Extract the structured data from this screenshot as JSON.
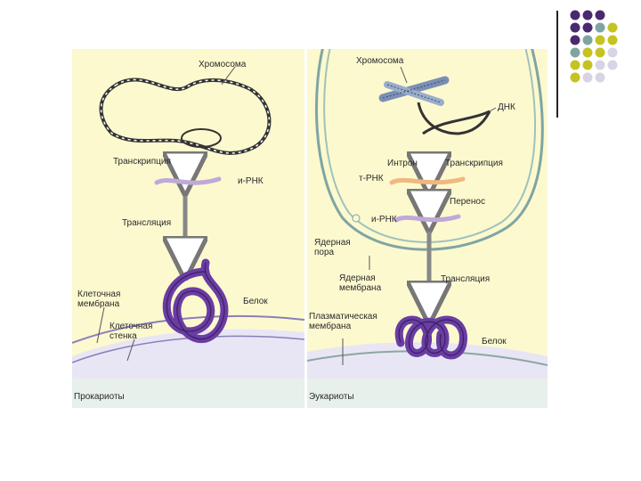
{
  "palette": {
    "purple": "#4a2a6e",
    "teal": "#7fa5a3",
    "olive": "#c4c322",
    "lavender": "#d8d4e6",
    "panel_bg": "#fcf9cf",
    "protein": "#6a3da3",
    "mrna": "#c0a8d8"
  },
  "prokaryote": {
    "caption": "Прокариоты",
    "labels": {
      "chromosome": "Хромосома",
      "transcription": "Транскрипция",
      "mrna": "и-РНК",
      "translation": "Трансляция",
      "protein": "Белок",
      "cell_membrane": "Клеточная мембрана",
      "cell_wall": "Клеточная стенка"
    }
  },
  "eukaryote": {
    "caption": "Эукариоты",
    "labels": {
      "chromosome": "Хромосома",
      "dna": "ДНК",
      "intron": "Интрон",
      "transcription": "Транскрипция",
      "trna": "т-РНК",
      "transfer": "Перенос",
      "mrna": "и-РНК",
      "nuclear_pore": "Ядерная пора",
      "nuclear_membrane": "Ядерная мембрана",
      "translation": "Трансляция",
      "plasma_membrane": "Плазматическая мембрана",
      "protein": "Белок"
    }
  }
}
